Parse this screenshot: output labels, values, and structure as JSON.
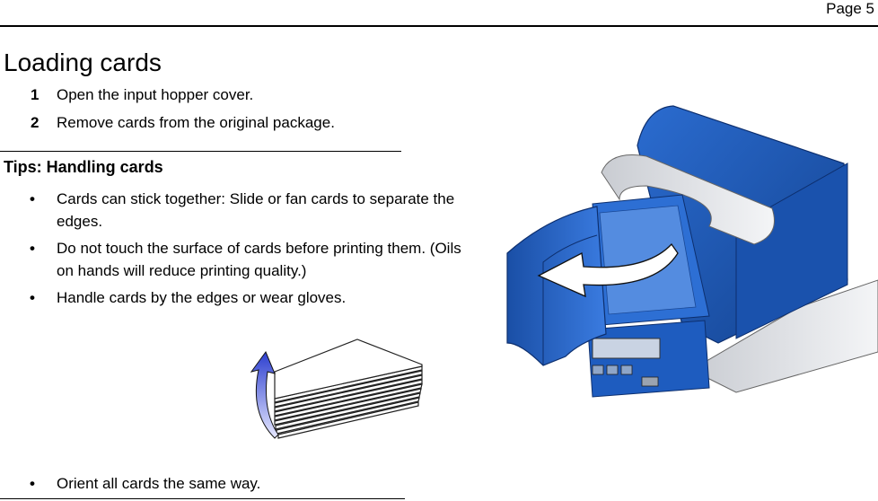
{
  "header": {
    "page_label": "Page 5"
  },
  "section": {
    "title": "Loading cards"
  },
  "steps": [
    {
      "num": "1",
      "text": "Open the input hopper cover."
    },
    {
      "num": "2",
      "text": "Remove cards from the original package."
    }
  ],
  "tips": {
    "heading": "Tips: Handling cards",
    "bullet_glyph": "•",
    "items": [
      {
        "text": "Cards can stick together: Slide or fan cards to separate the edges."
      },
      {
        "text": "Do not touch the surface of cards before printing them. (Oils on hands will reduce printing quality.)"
      },
      {
        "text": "Handle cards by the edges or wear gloves."
      },
      {
        "text": "Orient all cards the same way."
      }
    ]
  },
  "colors": {
    "printer_blue": "#1b55b0",
    "arrow_blue": "#3349c9"
  }
}
